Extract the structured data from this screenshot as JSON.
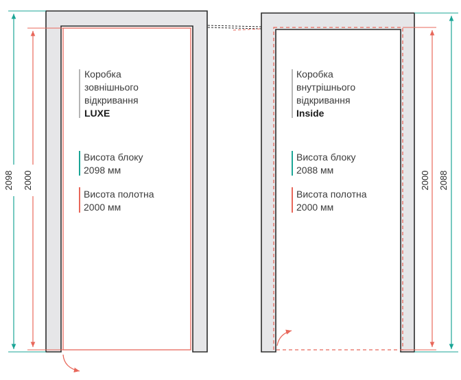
{
  "left_door": {
    "heading_line1": "Коробка",
    "heading_line2": "зовнішнього",
    "heading_line3": "відкривання",
    "model": "LUXE",
    "block_height_label": "Висота блоку",
    "block_height_value": "2098 мм",
    "leaf_height_label": "Висота полотна",
    "leaf_height_value": "2000 мм",
    "dimension_outer": "2098",
    "dimension_inner": "2000"
  },
  "right_door": {
    "heading_line1": "Коробка",
    "heading_line2": "внутрішнього",
    "heading_line3": "відкривання",
    "model": "Inside",
    "block_height_label": "Висота блоку",
    "block_height_value": "2088 мм",
    "leaf_height_label": "Висота полотна",
    "leaf_height_value": "2000 мм",
    "dimension_inner": "2000",
    "dimension_outer": "2088"
  },
  "colors": {
    "frame_fill": "#e6e6e8",
    "frame_stroke": "#2b2b2b",
    "leaf_line": "#e8675a",
    "block_line": "#1aa596",
    "model_marker": "#b5b5b5"
  }
}
